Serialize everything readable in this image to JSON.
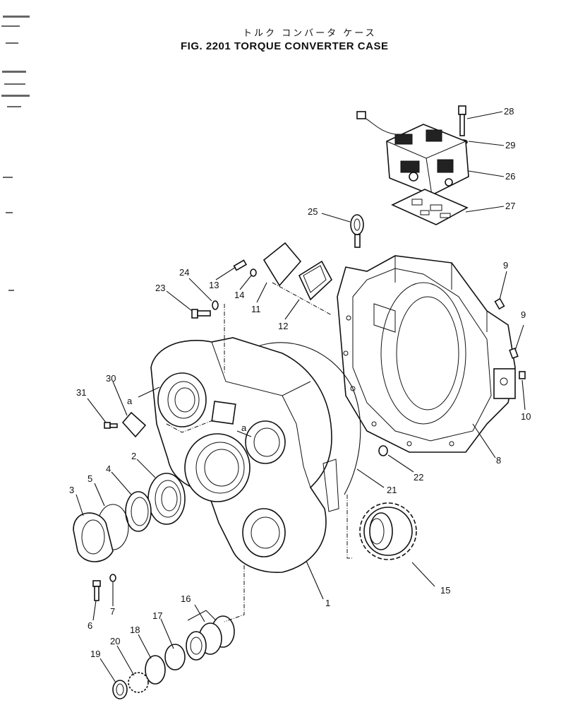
{
  "title": {
    "jp": "トルク コンバータ ケース",
    "en": "FIG. 2201  TORQUE CONVERTER CASE"
  },
  "callouts": [
    {
      "id": "c1",
      "label": "1"
    },
    {
      "id": "c2",
      "label": "2"
    },
    {
      "id": "c3",
      "label": "3"
    },
    {
      "id": "c4",
      "label": "4"
    },
    {
      "id": "c5",
      "label": "5"
    },
    {
      "id": "c6",
      "label": "6"
    },
    {
      "id": "c7",
      "label": "7"
    },
    {
      "id": "c8",
      "label": "8"
    },
    {
      "id": "c9a",
      "label": "9"
    },
    {
      "id": "c9b",
      "label": "9"
    },
    {
      "id": "c10",
      "label": "10"
    },
    {
      "id": "c11",
      "label": "11"
    },
    {
      "id": "c12",
      "label": "12"
    },
    {
      "id": "c13",
      "label": "13"
    },
    {
      "id": "c14",
      "label": "14"
    },
    {
      "id": "c15",
      "label": "15"
    },
    {
      "id": "c16",
      "label": "16"
    },
    {
      "id": "c17",
      "label": "17"
    },
    {
      "id": "c18",
      "label": "18"
    },
    {
      "id": "c19",
      "label": "19"
    },
    {
      "id": "c20",
      "label": "20"
    },
    {
      "id": "c21",
      "label": "21"
    },
    {
      "id": "c22",
      "label": "22"
    },
    {
      "id": "c23",
      "label": "23"
    },
    {
      "id": "c24",
      "label": "24"
    },
    {
      "id": "c25",
      "label": "25"
    },
    {
      "id": "c26",
      "label": "26"
    },
    {
      "id": "c27",
      "label": "27"
    },
    {
      "id": "c28",
      "label": "28"
    },
    {
      "id": "c29",
      "label": "29"
    },
    {
      "id": "c30",
      "label": "30"
    },
    {
      "id": "c31",
      "label": "31"
    },
    {
      "id": "a1",
      "label": "a"
    },
    {
      "id": "a2",
      "label": "a"
    }
  ]
}
